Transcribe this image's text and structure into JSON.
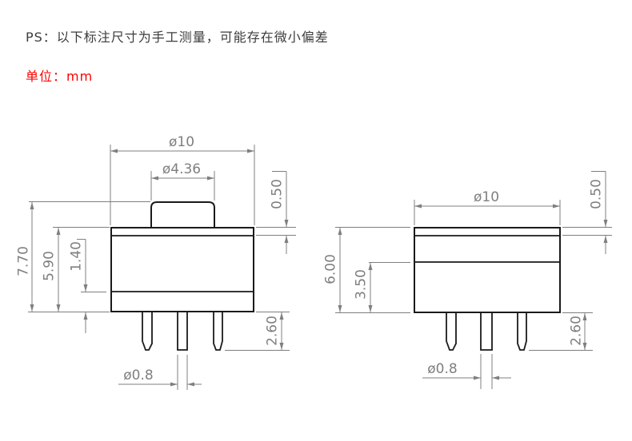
{
  "header": {
    "note": "PS：以下标注尺寸为手工测量，可能存在微小偏差",
    "unit": "单位：mm"
  },
  "colors": {
    "note_text": "#3c3c3c",
    "unit_text": "#fe0000",
    "part_line": "#1a1a1a",
    "dim_line": "#7f7f7f"
  },
  "left_view": {
    "name": "front-view-with-button",
    "labels": {
      "width": "ø10",
      "button_width": "ø4.36",
      "flange_thickness": "0.50",
      "total_height": "7.70",
      "body_height": "5.90",
      "lower_section_height": "1.40",
      "pin_length": "2.60",
      "pin_diameter": "ø0.8"
    }
  },
  "right_view": {
    "name": "side-view-no-button",
    "labels": {
      "width": "ø10",
      "flange_thickness": "0.50",
      "body_height": "6.00",
      "lower_section_height": "3.50",
      "pin_length": "2.60",
      "pin_diameter": "ø0.8"
    }
  }
}
